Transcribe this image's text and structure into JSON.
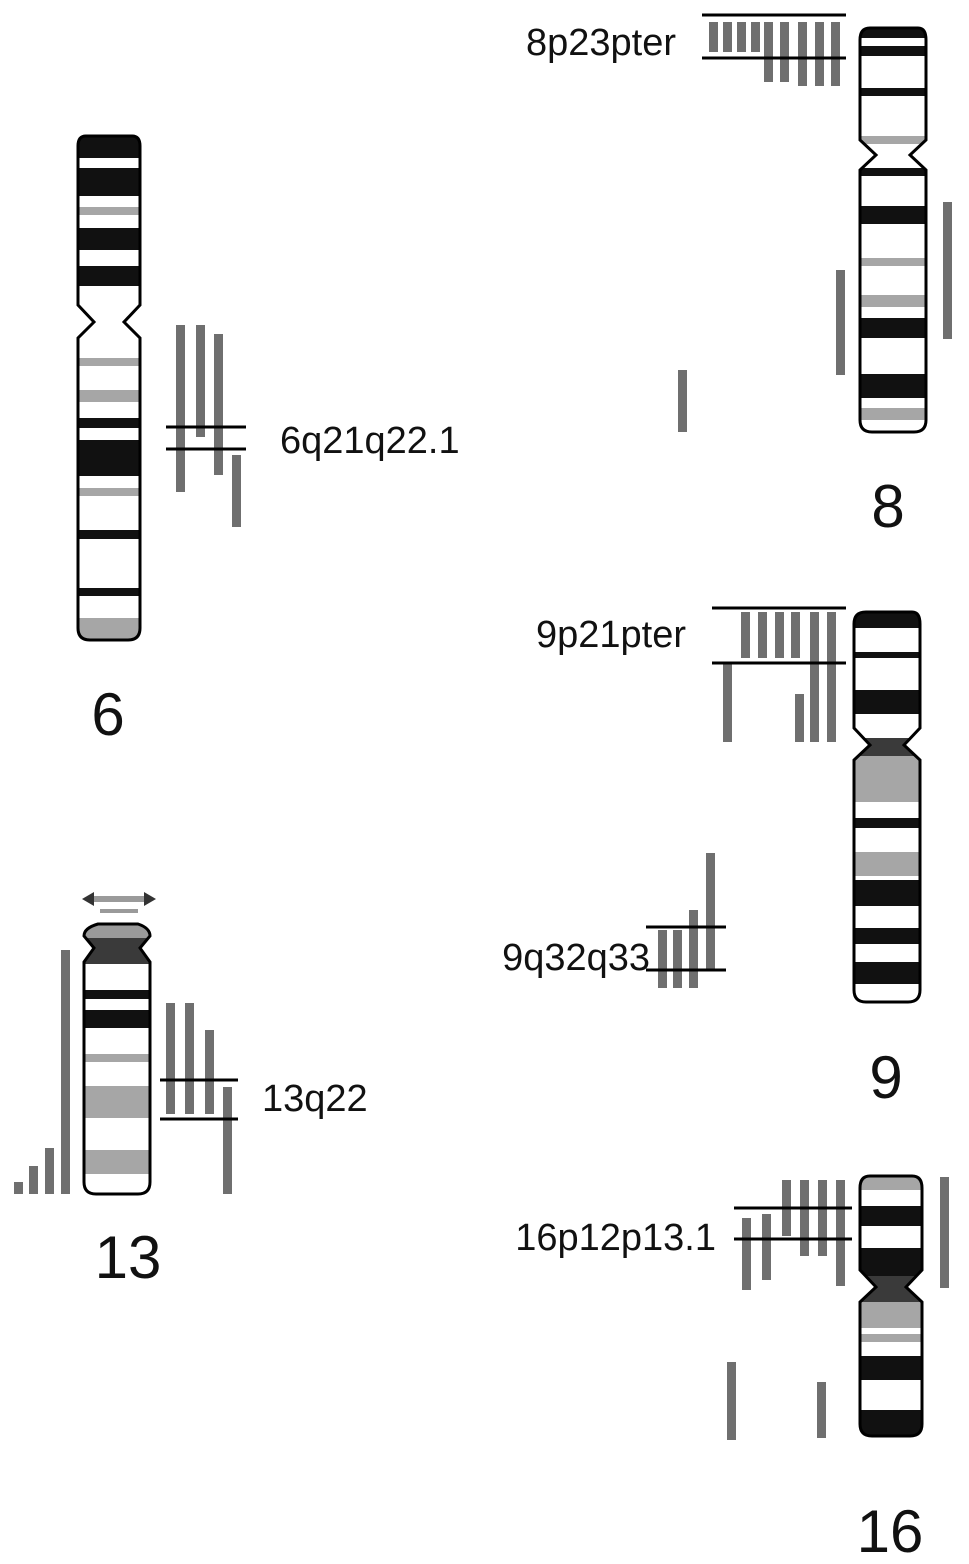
{
  "colors": {
    "band_dark": "#111111",
    "band_gray": "#a6a6a6",
    "segment_gray": "#6f6f6f",
    "outline": "#000000",
    "text": "#111111"
  },
  "chromosomes": [
    {
      "id": "6",
      "name": "6",
      "region_label": "6q21q22.1"
    },
    {
      "id": "8",
      "name": "8",
      "region_label": "8p23pter"
    },
    {
      "id": "9",
      "name": "9",
      "region_label_p": "9p21pter",
      "region_label_q": "9q32q33"
    },
    {
      "id": "13",
      "name": "13",
      "region_label": "13q22"
    },
    {
      "id": "16",
      "name": "16",
      "region_label": "16p12p13.1"
    }
  ]
}
